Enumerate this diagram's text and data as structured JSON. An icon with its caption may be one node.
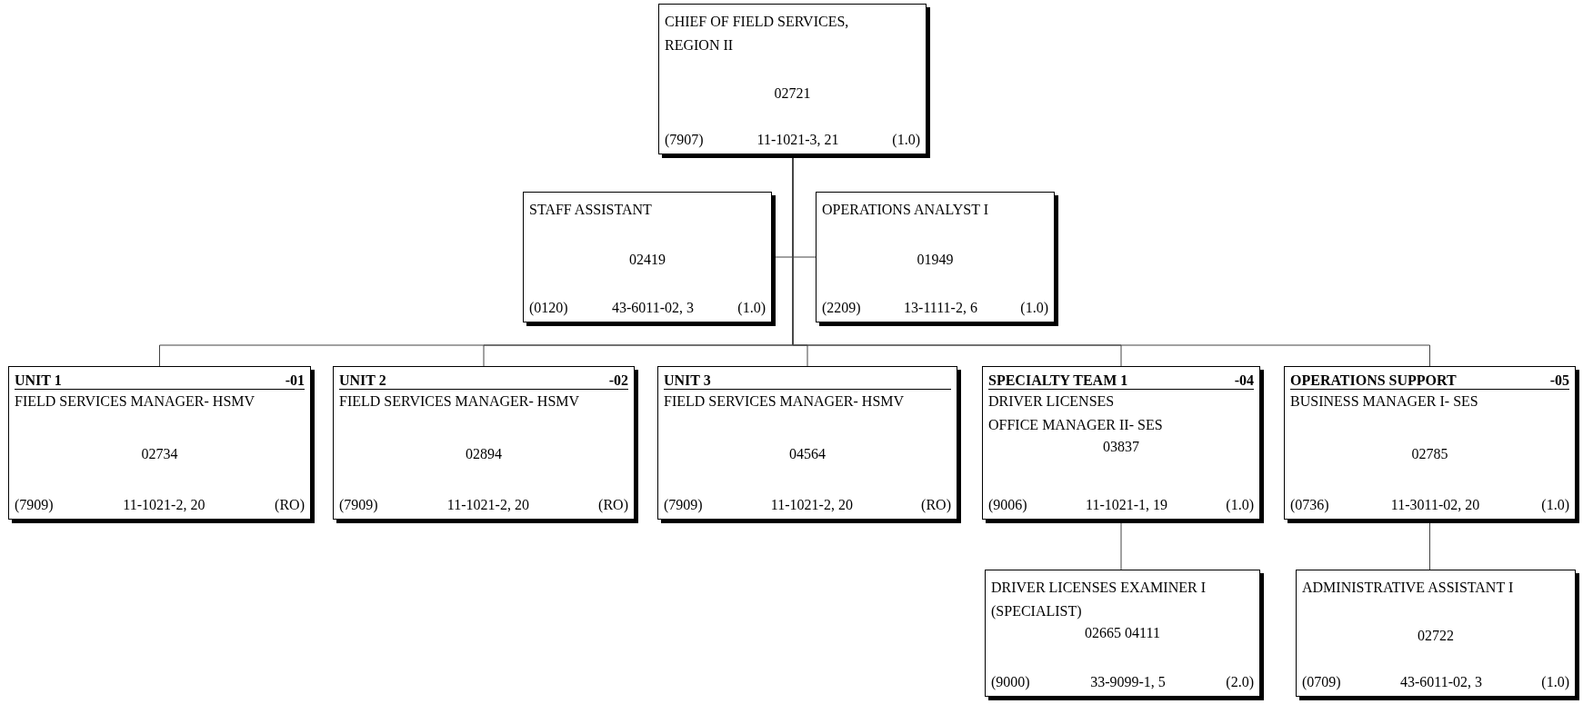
{
  "diagram": {
    "nodes": [
      {
        "text": [
          "CHIEF OF FIELD SERVICES, REGION II",
          "02721",
          "(7907)",
          "11-1021-3, 21",
          "(1.0)"
        ]
      },
      {
        "text": [
          "STAFF ASSISTANT",
          "02419",
          "(0120)",
          "43-6011-02, 3",
          "(1.0)"
        ]
      },
      {
        "text": [
          "OPERATIONS ANALYST I",
          "01949",
          "(2209)",
          "13-1111-2, 6",
          "(1.0)"
        ]
      },
      {
        "text": [
          "UNIT 1",
          "-01",
          "FIELD SERVICES MANAGER- HSMV",
          "02734",
          "(7909)",
          "11-1021-2, 20",
          "(RO)"
        ]
      },
      {
        "text": [
          "UNIT 2",
          "-02",
          "FIELD SERVICES MANAGER- HSMV",
          "02894",
          "(7909)",
          "11-1021-2, 20",
          "(RO)"
        ]
      },
      {
        "text": [
          "UNIT 3",
          "FIELD SERVICES MANAGER- HSMV",
          "04564",
          "(7909)",
          "11-1021-2, 20",
          "(RO)"
        ]
      },
      {
        "text": [
          "SPECIALTY TEAM 1",
          "-04",
          "DRIVER LICENSES",
          "OFFICE MANAGER II- SES",
          "03837",
          "(9006)",
          "11-1021-1, 19",
          "(1.0)"
        ]
      },
      {
        "text": [
          "OPERATIONS SUPPORT",
          "-05",
          "BUSINESS MANAGER I- SES",
          "02785",
          "(0736)",
          "11-3011-02, 20",
          "(1.0)"
        ]
      },
      {
        "text": [
          "DRIVER LICENSES EXAMINER I (SPECIALIST)",
          "02665 04111",
          "(9000)",
          "33-9099-1, 5",
          "(2.0)"
        ]
      },
      {
        "text": [
          "ADMINISTRATIVE ASSISTANT I",
          "02722",
          "(0709)",
          "43-6011-02, 3",
          "(1.0)"
        ]
      }
    ],
    "edges": [
      {
        "from": 0,
        "to": 1,
        "arrow": "none"
      },
      {
        "from": 0,
        "to": 2,
        "arrow": "none"
      },
      {
        "from": 0,
        "to": 3,
        "arrow": "none"
      },
      {
        "from": 0,
        "to": 4,
        "arrow": "none"
      },
      {
        "from": 0,
        "to": 5,
        "arrow": "none"
      },
      {
        "from": 0,
        "to": 6,
        "arrow": "none"
      },
      {
        "from": 0,
        "to": 7,
        "arrow": "none"
      },
      {
        "from": 6,
        "to": 8,
        "arrow": "none"
      },
      {
        "from": 7,
        "to": 9,
        "arrow": "none"
      }
    ]
  }
}
